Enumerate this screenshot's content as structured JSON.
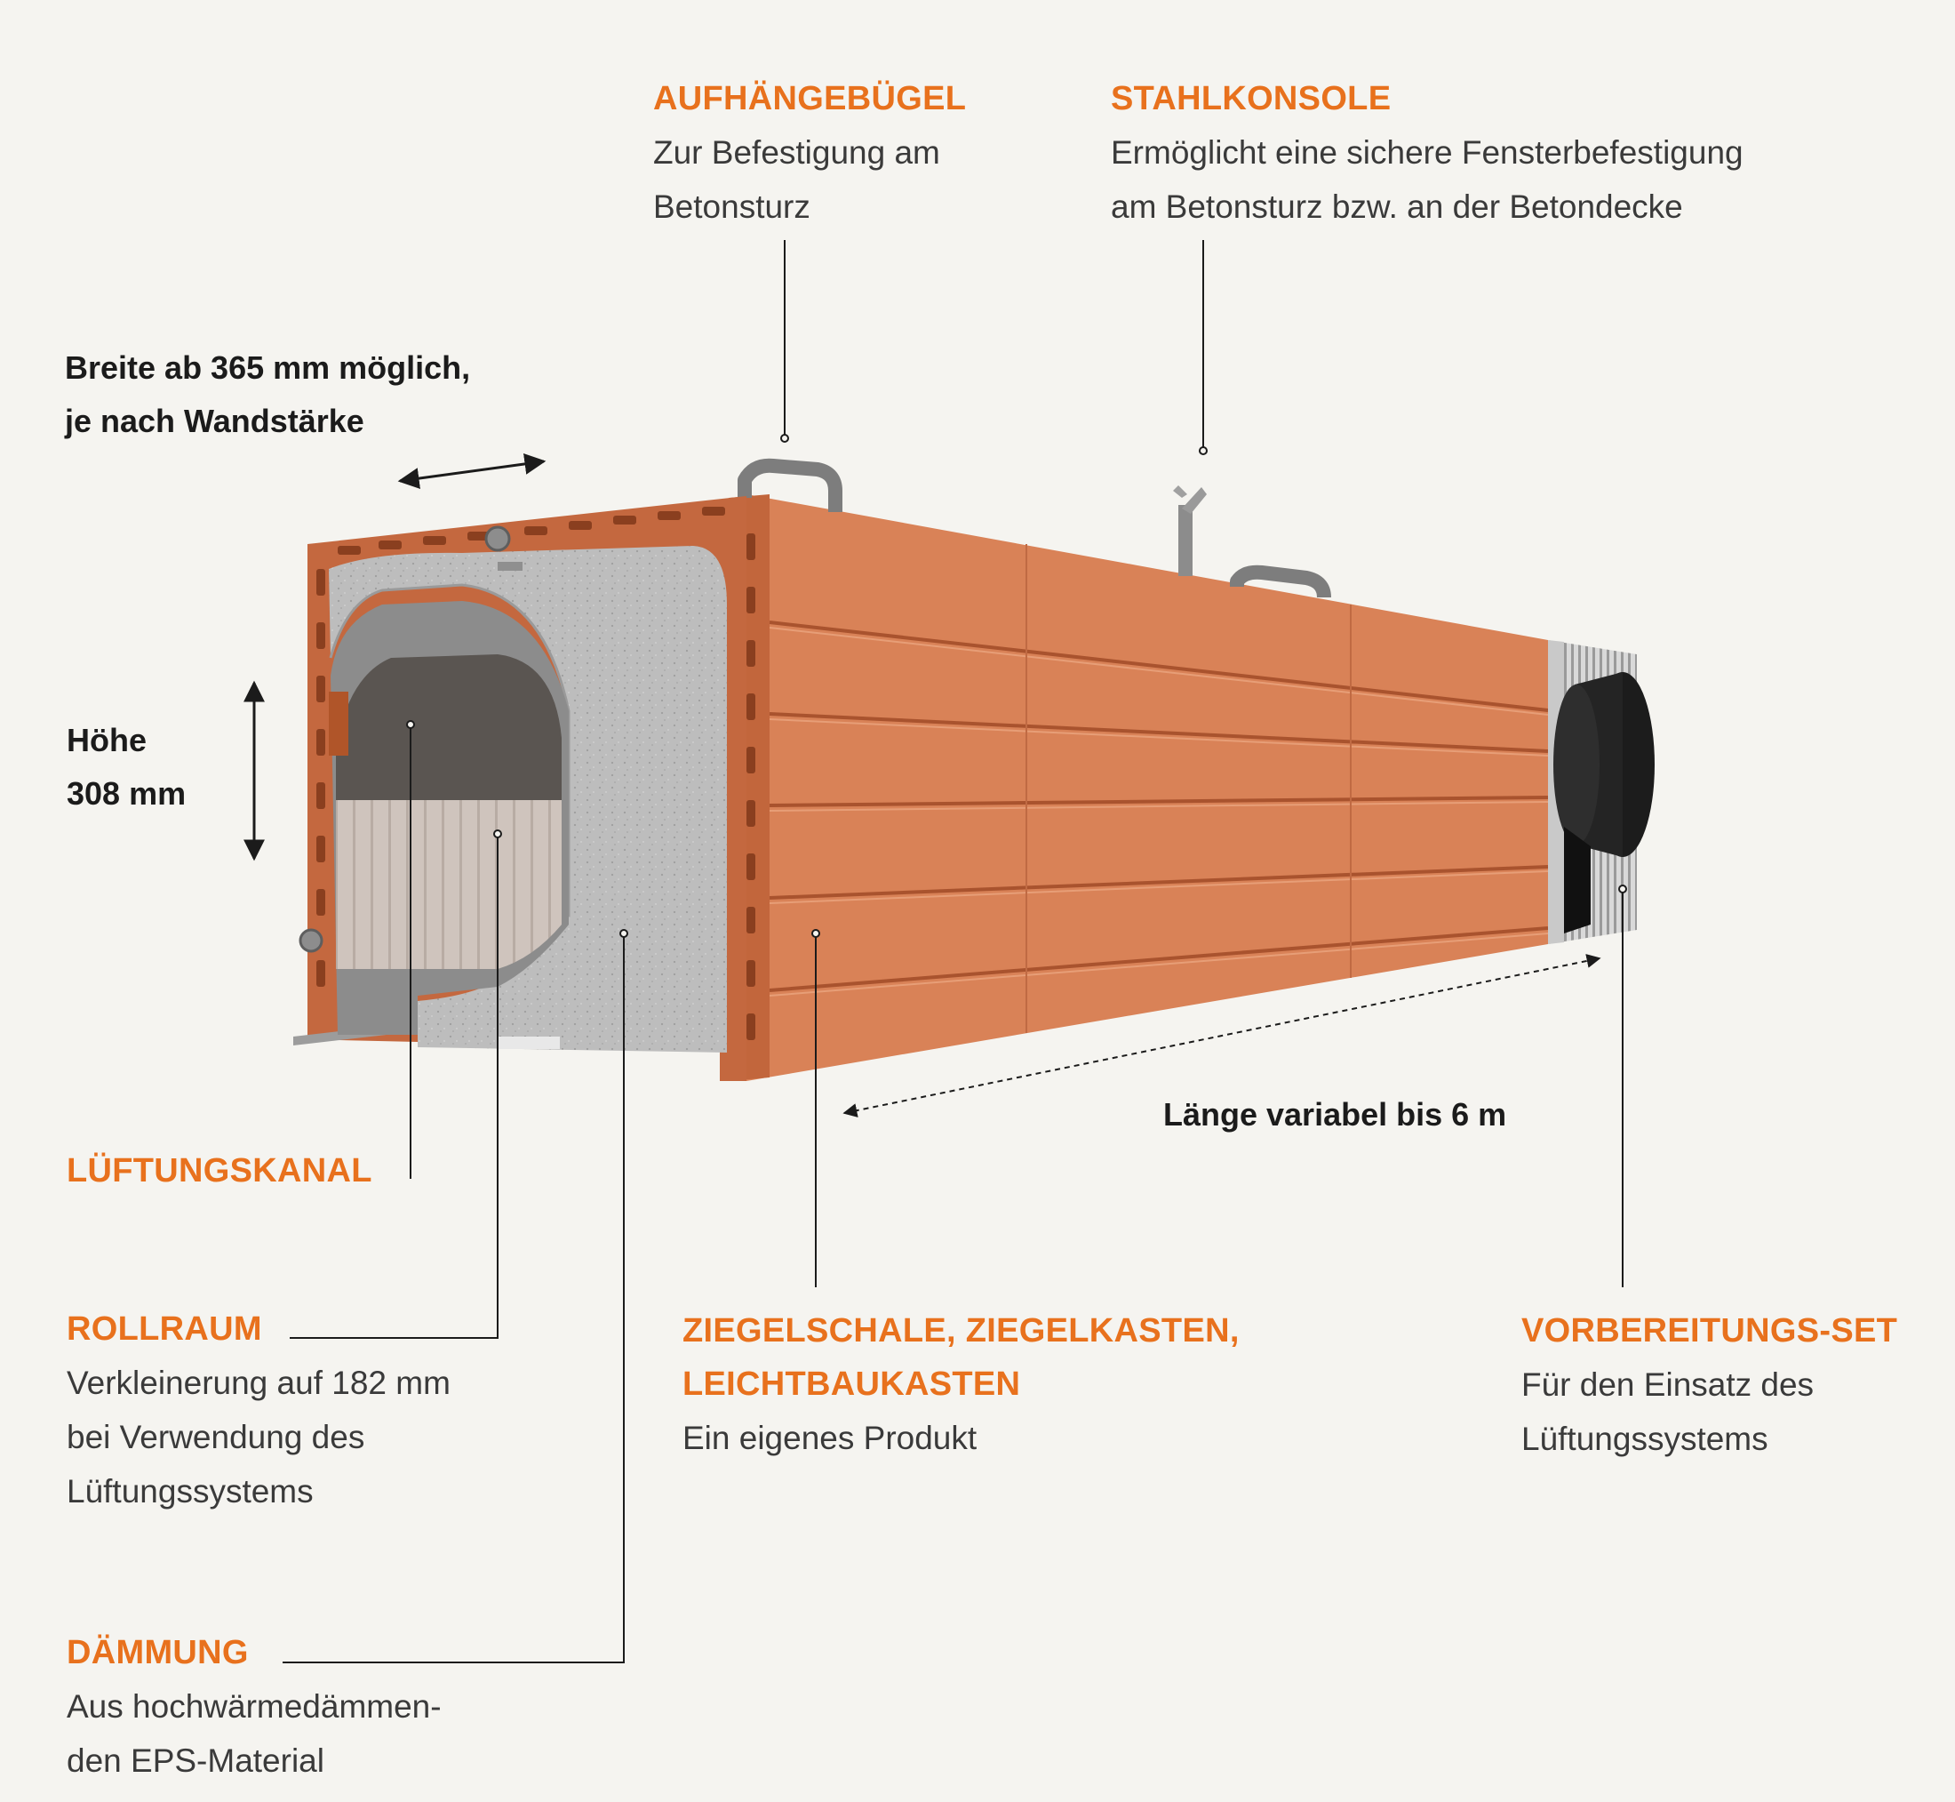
{
  "labels": {
    "aufhaengebuegel": {
      "title": "AUFHÄNGEBÜGEL",
      "lines": [
        "Zur Befestigung am",
        "Betonsturz"
      ]
    },
    "stahlkonsole": {
      "title": "STAHLKONSOLE",
      "lines": [
        "Ermöglicht eine sichere Fensterbefestigung",
        "am Betonsturz bzw. an der Betondecke"
      ]
    },
    "lueftungskanal": {
      "title": "LÜFTUNGSKANAL"
    },
    "rollraum": {
      "title": "ROLLRAUM",
      "lines": [
        "Verkleinerung auf 182 mm",
        "bei Verwendung des",
        "Lüftungssystems"
      ]
    },
    "daemmung": {
      "title": "DÄMMUNG",
      "lines": [
        "Aus hochwärmedämmen-",
        "den EPS-Material"
      ]
    },
    "ziegelschale": {
      "title_lines": [
        "ZIEGELSCHALE, ZIEGELKASTEN,",
        "LEICHTBAUKASTEN"
      ],
      "lines": [
        "Ein eigenes Produkt"
      ]
    },
    "vorbereitungsset": {
      "title": "VORBEREITUNGS-SET",
      "lines": [
        "Für den Einsatz des",
        "Lüftungssystems"
      ]
    }
  },
  "dimensions": {
    "breite": [
      "Breite ab 365 mm möglich,",
      "je nach Wandstärke"
    ],
    "hoehe": [
      "Höhe",
      "308 mm"
    ],
    "laenge": "Länge variabel bis 6 m"
  },
  "colors": {
    "accent": "#e8711d",
    "brick": "#d97e55",
    "brick_dark": "#b85a33",
    "insulation": "#b9b9b9",
    "background": "#f5f4f0"
  }
}
